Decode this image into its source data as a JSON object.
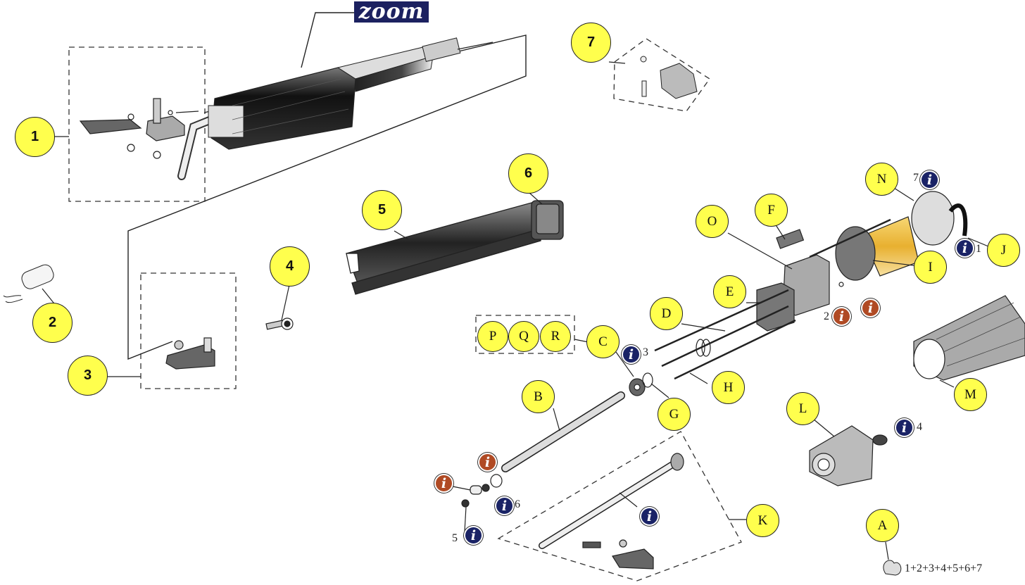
{
  "zoom_label": "zoom",
  "kit_formula": "1+2+3+4+5+6+7",
  "numbers": [
    "1",
    "2",
    "3",
    "4",
    "5",
    "6",
    "7"
  ],
  "letters": [
    "A",
    "B",
    "C",
    "D",
    "E",
    "F",
    "G",
    "H",
    "I",
    "J",
    "K",
    "L",
    "M",
    "N",
    "O",
    "P",
    "Q",
    "R"
  ],
  "info_icon": {
    "glyph": "i",
    "name": "info-icon"
  },
  "info_markers": [
    {
      "label": "3",
      "color": "blue"
    },
    {
      "label": "7",
      "color": "blue"
    },
    {
      "label": "1",
      "color": "blue"
    },
    {
      "label": "2",
      "color": "red"
    },
    {
      "label": "",
      "color": "red"
    },
    {
      "label": "4",
      "color": "blue"
    },
    {
      "label": "6",
      "color": "blue"
    },
    {
      "label": "5",
      "color": "blue"
    },
    {
      "label": "",
      "color": "blue"
    },
    {
      "label": "",
      "color": "red"
    },
    {
      "label": "",
      "color": "red"
    }
  ],
  "colors": {
    "callout_fill": "#ffff4d",
    "info_blue": "#1a2366",
    "info_red": "#b04a24",
    "motor_highlight": "#f2c94c",
    "zoom_bg": "#1c2160"
  }
}
